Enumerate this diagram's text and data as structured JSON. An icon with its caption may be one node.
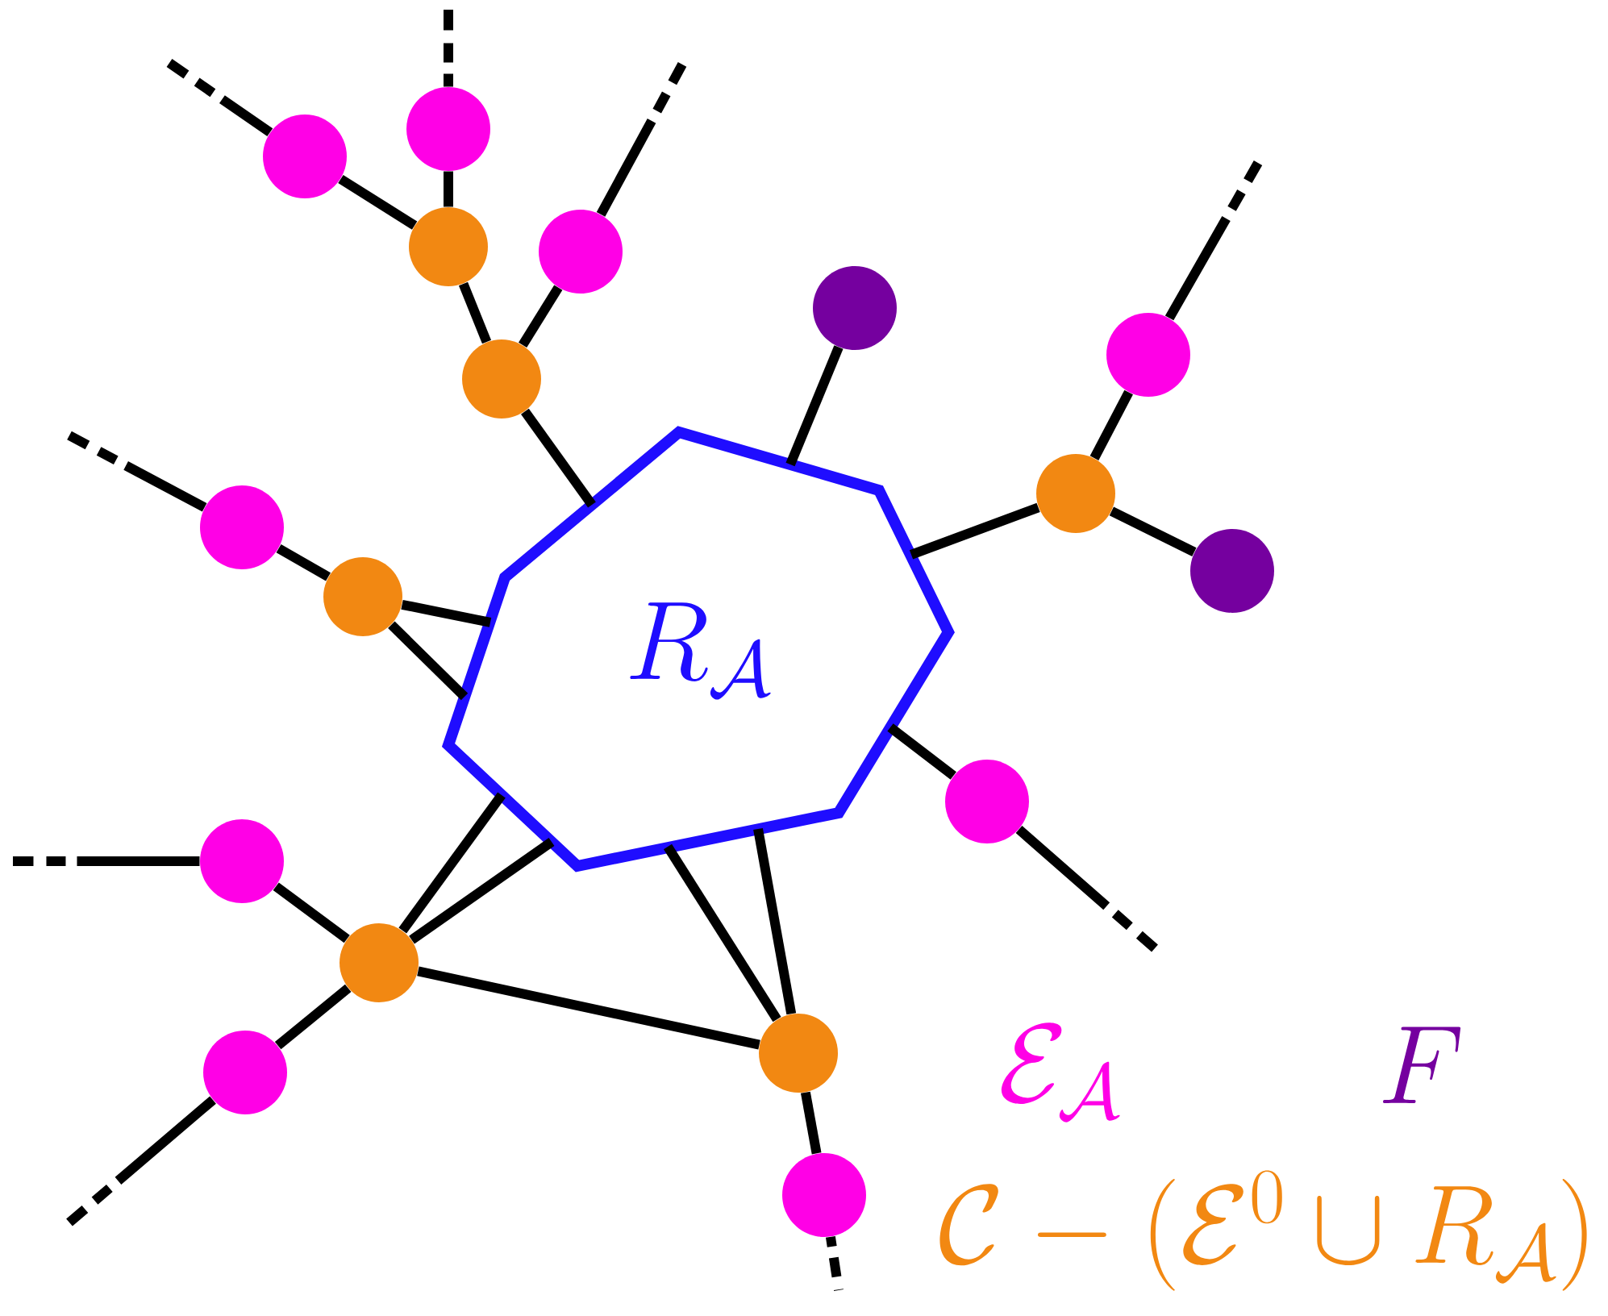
{
  "diagram": {
    "nodes": [
      {
        "text": [],
        "shape": "circle"
      },
      {
        "text": [],
        "shape": "circle"
      },
      {
        "text": [],
        "shape": "circle"
      },
      {
        "text": [],
        "shape": "circle"
      },
      {
        "text": [],
        "shape": "circle"
      },
      {
        "text": [],
        "shape": "circle"
      },
      {
        "text": [],
        "shape": "circle"
      },
      {
        "text": [
          "R_{\\mathcal{A}}"
        ]
      },
      {
        "text": [],
        "shape": "circle"
      },
      {
        "text": [],
        "shape": "circle"
      },
      {
        "text": [],
        "shape": "circle"
      },
      {
        "text": [],
        "shape": "circle"
      },
      {
        "text": [],
        "shape": "circle"
      },
      {
        "text": [],
        "shape": "circle"
      },
      {
        "text": [],
        "shape": "circle"
      },
      {
        "text": [],
        "shape": "circle"
      },
      {
        "text": [],
        "shape": "circle"
      },
      {
        "text": [],
        "shape": "circle"
      }
    ],
    "edges": [
      {
        "from": 0,
        "to": null,
        "arrow": "none",
        "style": "dashed"
      },
      {
        "from": 0,
        "to": 2,
        "arrow": "none"
      },
      {
        "from": 1,
        "to": null,
        "arrow": "none",
        "style": "dashed"
      },
      {
        "from": 1,
        "to": 2,
        "arrow": "none"
      },
      {
        "from": 2,
        "to": 6,
        "arrow": "none"
      },
      {
        "from": 3,
        "to": null,
        "arrow": "none",
        "style": "dashed"
      },
      {
        "from": 3,
        "to": 6,
        "arrow": "none"
      },
      {
        "from": 6,
        "to": 7,
        "arrow": "none"
      },
      {
        "from": 4,
        "to": 7,
        "arrow": "none"
      },
      {
        "from": 5,
        "to": null,
        "arrow": "none",
        "style": "dashed"
      },
      {
        "from": 5,
        "to": 8,
        "arrow": "none"
      },
      {
        "from": 8,
        "to": 7,
        "arrow": "none"
      },
      {
        "from": 8,
        "to": 10,
        "arrow": "none"
      },
      {
        "from": 9,
        "to": null,
        "arrow": "none",
        "style": "dashed"
      },
      {
        "from": 9,
        "to": 11,
        "arrow": "none"
      },
      {
        "from": 11,
        "to": 7,
        "arrow": "none"
      },
      {
        "from": 11,
        "to": 7,
        "arrow": "none"
      },
      {
        "from": 7,
        "to": 12,
        "arrow": "none"
      },
      {
        "from": 12,
        "to": null,
        "arrow": "none",
        "style": "dashed"
      },
      {
        "from": 13,
        "to": null,
        "arrow": "none",
        "style": "dashed"
      },
      {
        "from": 13,
        "to": 14,
        "arrow": "none"
      },
      {
        "from": 14,
        "to": 7,
        "arrow": "none"
      },
      {
        "from": 14,
        "to": 7,
        "arrow": "none"
      },
      {
        "from": 14,
        "to": 15,
        "arrow": "none"
      },
      {
        "from": 14,
        "to": 16,
        "arrow": "none"
      },
      {
        "from": 16,
        "to": null,
        "arrow": "none",
        "style": "dashed"
      },
      {
        "from": 15,
        "to": 7,
        "arrow": "none"
      },
      {
        "from": 15,
        "to": 7,
        "arrow": "none"
      },
      {
        "from": 15,
        "to": 17,
        "arrow": "none"
      },
      {
        "from": 17,
        "to": null,
        "arrow": "none",
        "style": "dashed"
      }
    ],
    "legend": [
      {
        "text": "\\mathcal{E}_{\\mathcal{A}}",
        "color": "#ff00e6"
      },
      {
        "text": "F",
        "color": "#75009f"
      },
      {
        "text": "\\mathcal{C}-\\big(\\mathcal{E}^{0}\\cup R_{\\mathcal{A}}\\big)",
        "color": "#f28812"
      }
    ]
  }
}
